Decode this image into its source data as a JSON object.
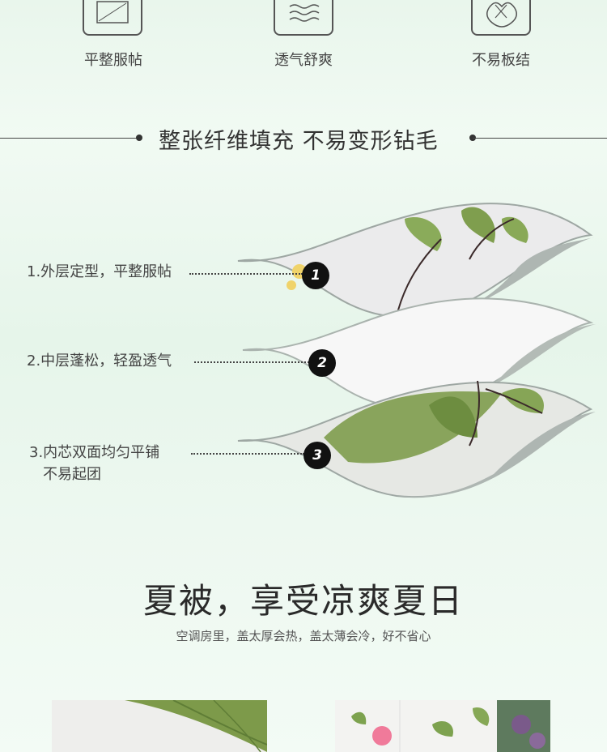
{
  "features": [
    {
      "label": "平整服帖",
      "icon": "flat-fabric-icon"
    },
    {
      "label": "透气舒爽",
      "icon": "airflow-waves-icon"
    },
    {
      "label": "不易板结",
      "icon": "anti-clump-icon"
    }
  ],
  "section_title": "整张纤维填充 不易变形钻毛",
  "layers": [
    {
      "number": "1",
      "label": "1.外层定型，平整服帖"
    },
    {
      "number": "2",
      "label": "2.中层蓬松，轻盈透气"
    },
    {
      "number": "3",
      "label_line1": "3.内芯双面均匀平铺",
      "label_line2": "不易起团"
    }
  ],
  "headline": "夏被，享受凉爽夏日",
  "subheadline": "空调房里，盖太厚会热，盖太薄会冷，好不省心",
  "colors": {
    "leaf_green": "#7a9a4a",
    "fabric_white": "#eeeeee",
    "ink": "#111111"
  }
}
